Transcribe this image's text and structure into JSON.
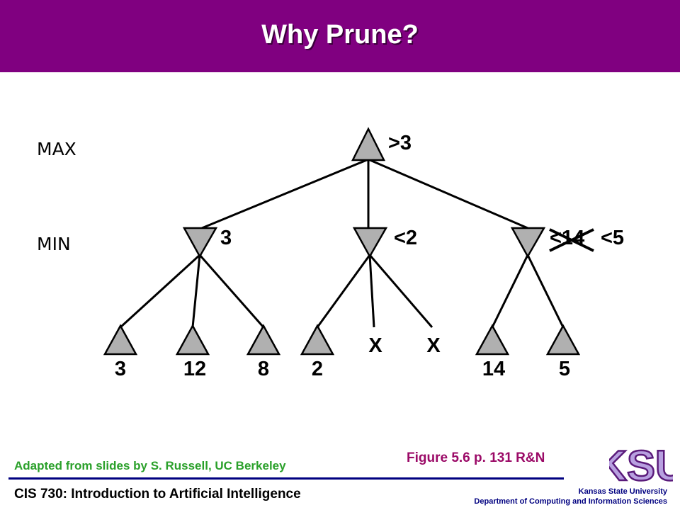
{
  "slide": {
    "title": "Why Prune?",
    "figure_ref": "Figure 5.6 p. 131 R&N",
    "credit": "Adapted from slides by S. Russell, UC Berkeley",
    "course": "CIS 730: Introduction to Artificial Intelligence",
    "university": "Kansas State University",
    "department": "Department of Computing and Information Sciences",
    "logo_text": "KSU"
  },
  "colors": {
    "title_bar": "#800080",
    "node_fill": "#b0b0b0",
    "figure_ref": "#9b0a67",
    "credit": "#2aa02a",
    "footer": "#000080"
  },
  "tree": {
    "levels": {
      "max": "MAX",
      "min": "MIN"
    },
    "root": {
      "label": ">3"
    },
    "min_nodes": [
      {
        "label": "3"
      },
      {
        "label": "<2"
      },
      {
        "label": "<14",
        "crossed": true,
        "label2": "<5"
      }
    ],
    "leaves": [
      {
        "label": "3",
        "pruned": false
      },
      {
        "label": "12",
        "pruned": false
      },
      {
        "label": "8",
        "pruned": false
      },
      {
        "label": "2",
        "pruned": false
      },
      {
        "label": "X",
        "pruned": true
      },
      {
        "label": "X",
        "pruned": true
      },
      {
        "label": "14",
        "pruned": false
      },
      {
        "label": "5",
        "pruned": false
      }
    ]
  }
}
